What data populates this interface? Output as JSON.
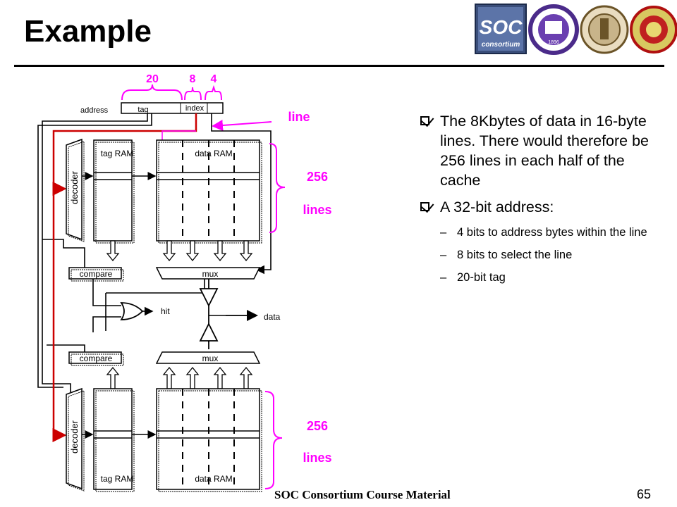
{
  "slide": {
    "title": "Example",
    "footer": "SOC Consortium Course Material",
    "page_number": "65"
  },
  "logos": [
    {
      "name": "soc-consortium-logo",
      "text": "SOC",
      "subtext": "consortium"
    },
    {
      "name": "university-seal-1",
      "text": "1896"
    },
    {
      "name": "university-seal-2",
      "text": ""
    },
    {
      "name": "university-seal-3",
      "text": ""
    }
  ],
  "bullets": [
    {
      "text": "The 8Kbytes of data in 16-byte lines. There would therefore be 256 lines in each half of the cache"
    },
    {
      "text": "A 32-bit address:",
      "sub": [
        "4 bits to address bytes within the line",
        "8 bits to select the line",
        "20-bit tag"
      ]
    }
  ],
  "diagram": {
    "field_widths": [
      "20",
      "8",
      "4"
    ],
    "address_label": "address",
    "tag_field": "tag",
    "index_field": "index",
    "line_label": "line",
    "lines_count": "256",
    "lines_word": "lines",
    "tag_ram": "tag RAM",
    "data_ram": "data RAM",
    "decoder": "decoder",
    "compare": "compare",
    "mux": "mux",
    "hit": "hit",
    "data": "data",
    "colors": {
      "accent": "#ff00ff",
      "address_path": "#cc0000",
      "line": "#000000"
    }
  }
}
